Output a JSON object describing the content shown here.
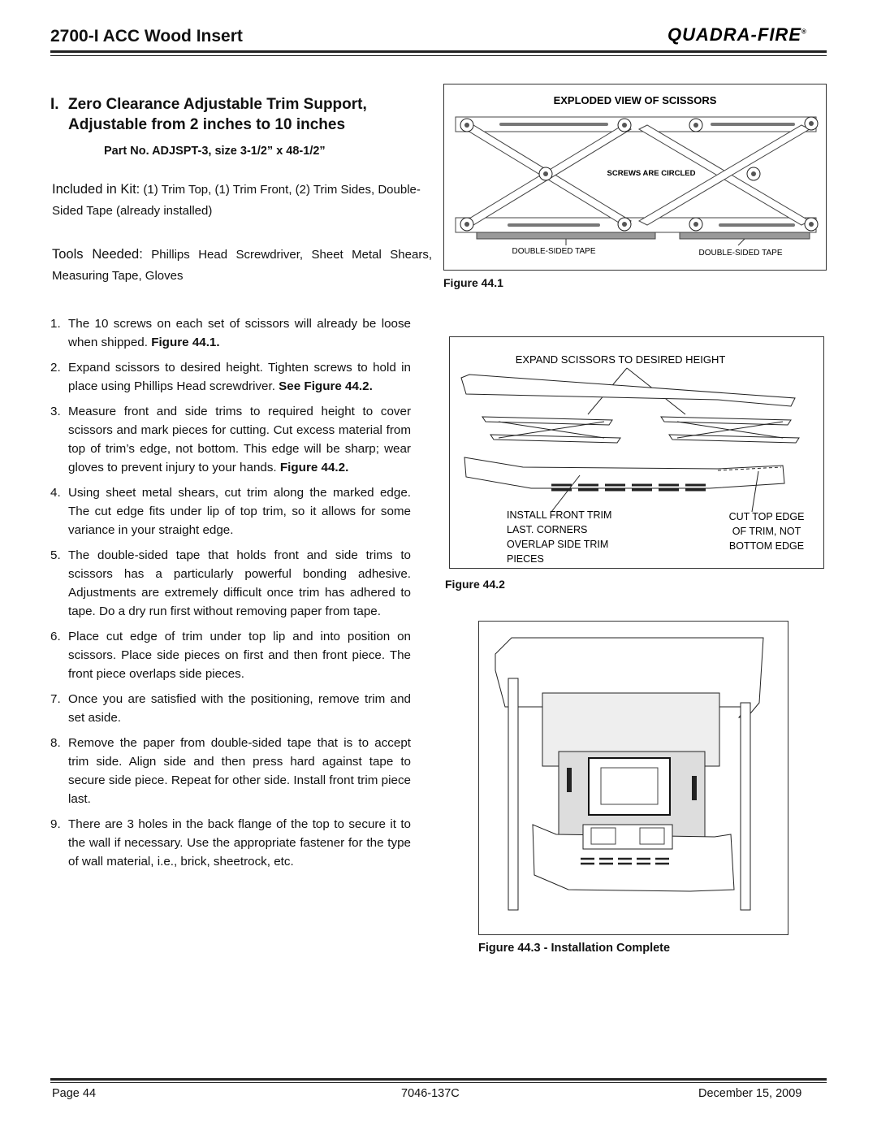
{
  "header": {
    "title": "2700-I ACC Wood Insert",
    "brand": "QUADRA-FIRE",
    "brand_mark": "®"
  },
  "section": {
    "number": "I.",
    "title_line1": "Zero Clearance Adjustable Trim Support,",
    "title_line2": "Adjustable from 2 inches to 10 inches",
    "part_no": "Part No. ADJSPT-3, size 3-1/2” x 48-1/2”"
  },
  "kit": {
    "label": "Included in Kit:",
    "text": "(1) Trim Top, (1) Trim Front, (2) Trim Sides, Double-Sided Tape (already installed)"
  },
  "tools": {
    "label": "Tools Needed:",
    "text": "Phillips Head Screwdriver, Sheet Metal Shears, Measuring Tape, Gloves"
  },
  "steps": [
    {
      "num": "1.",
      "text": "The 10 screws on each set of scissors will already be loose when shipped.",
      "ref": "Figure 44.1."
    },
    {
      "num": "2.",
      "text": "Expand scissors to desired height. Tighten screws to hold in place using Phillips Head screwdriver.",
      "ref": "See Figure 44.2."
    },
    {
      "num": "3.",
      "text": "Measure front and side trims to required height to cover scissors and mark pieces for cutting. Cut excess material from top of trim’s edge, not bottom. This edge will be sharp; wear gloves to prevent injury to your hands.",
      "ref": "Figure 44.2."
    },
    {
      "num": "4.",
      "text": "Using sheet metal shears, cut trim along the marked edge. The cut edge fits under lip of top trim, so it allows for some variance in your straight edge.",
      "ref": ""
    },
    {
      "num": "5.",
      "text": "The double-sided tape that holds front and side trims to scissors has a particularly powerful bonding adhesive. Adjustments are extremely difficult once trim has adhered to tape. Do a dry run first without removing paper from tape.",
      "ref": ""
    },
    {
      "num": "6.",
      "text": "Place cut edge of trim under top lip and into position on scissors. Place side pieces on first and then front piece. The front piece overlaps side pieces.",
      "ref": ""
    },
    {
      "num": "7.",
      "text": "Once you are satisfied with the positioning, remove trim and set aside.",
      "ref": ""
    },
    {
      "num": "8.",
      "text": "Remove the paper from double-sided tape that is to accept trim side. Align side and then press hard against tape to secure side piece. Repeat for other side. Install front trim piece last.",
      "ref": ""
    },
    {
      "num": "9.",
      "text": "There are 3 holes in the back flange of the top to secure it to the wall if necessary. Use the appropriate fastener for the type of wall material, i.e., brick, sheetrock, etc.",
      "ref": ""
    }
  ],
  "figure1": {
    "title": "EXPLODED VIEW OF SCISSORS",
    "screws_note": "SCREWS ARE CIRCLED",
    "tape_left": "DOUBLE-SIDED TAPE",
    "tape_right": "DOUBLE-SIDED TAPE",
    "caption": "Figure 44.1"
  },
  "figure2": {
    "top_note": "EXPAND SCISSORS TO DESIRED HEIGHT",
    "left_note": [
      "INSTALL FRONT TRIM",
      "LAST.  CORNERS",
      "OVERLAP SIDE TRIM",
      "PIECES"
    ],
    "right_note": [
      "CUT TOP EDGE",
      "OF TRIM, NOT",
      "BOTTOM EDGE"
    ],
    "caption": "Figure 44.2"
  },
  "figure3": {
    "caption": "Figure 44.3 - Installation Complete"
  },
  "footer": {
    "page": "Page  44",
    "doc": "7046-137C",
    "date": "December 15, 2009"
  }
}
